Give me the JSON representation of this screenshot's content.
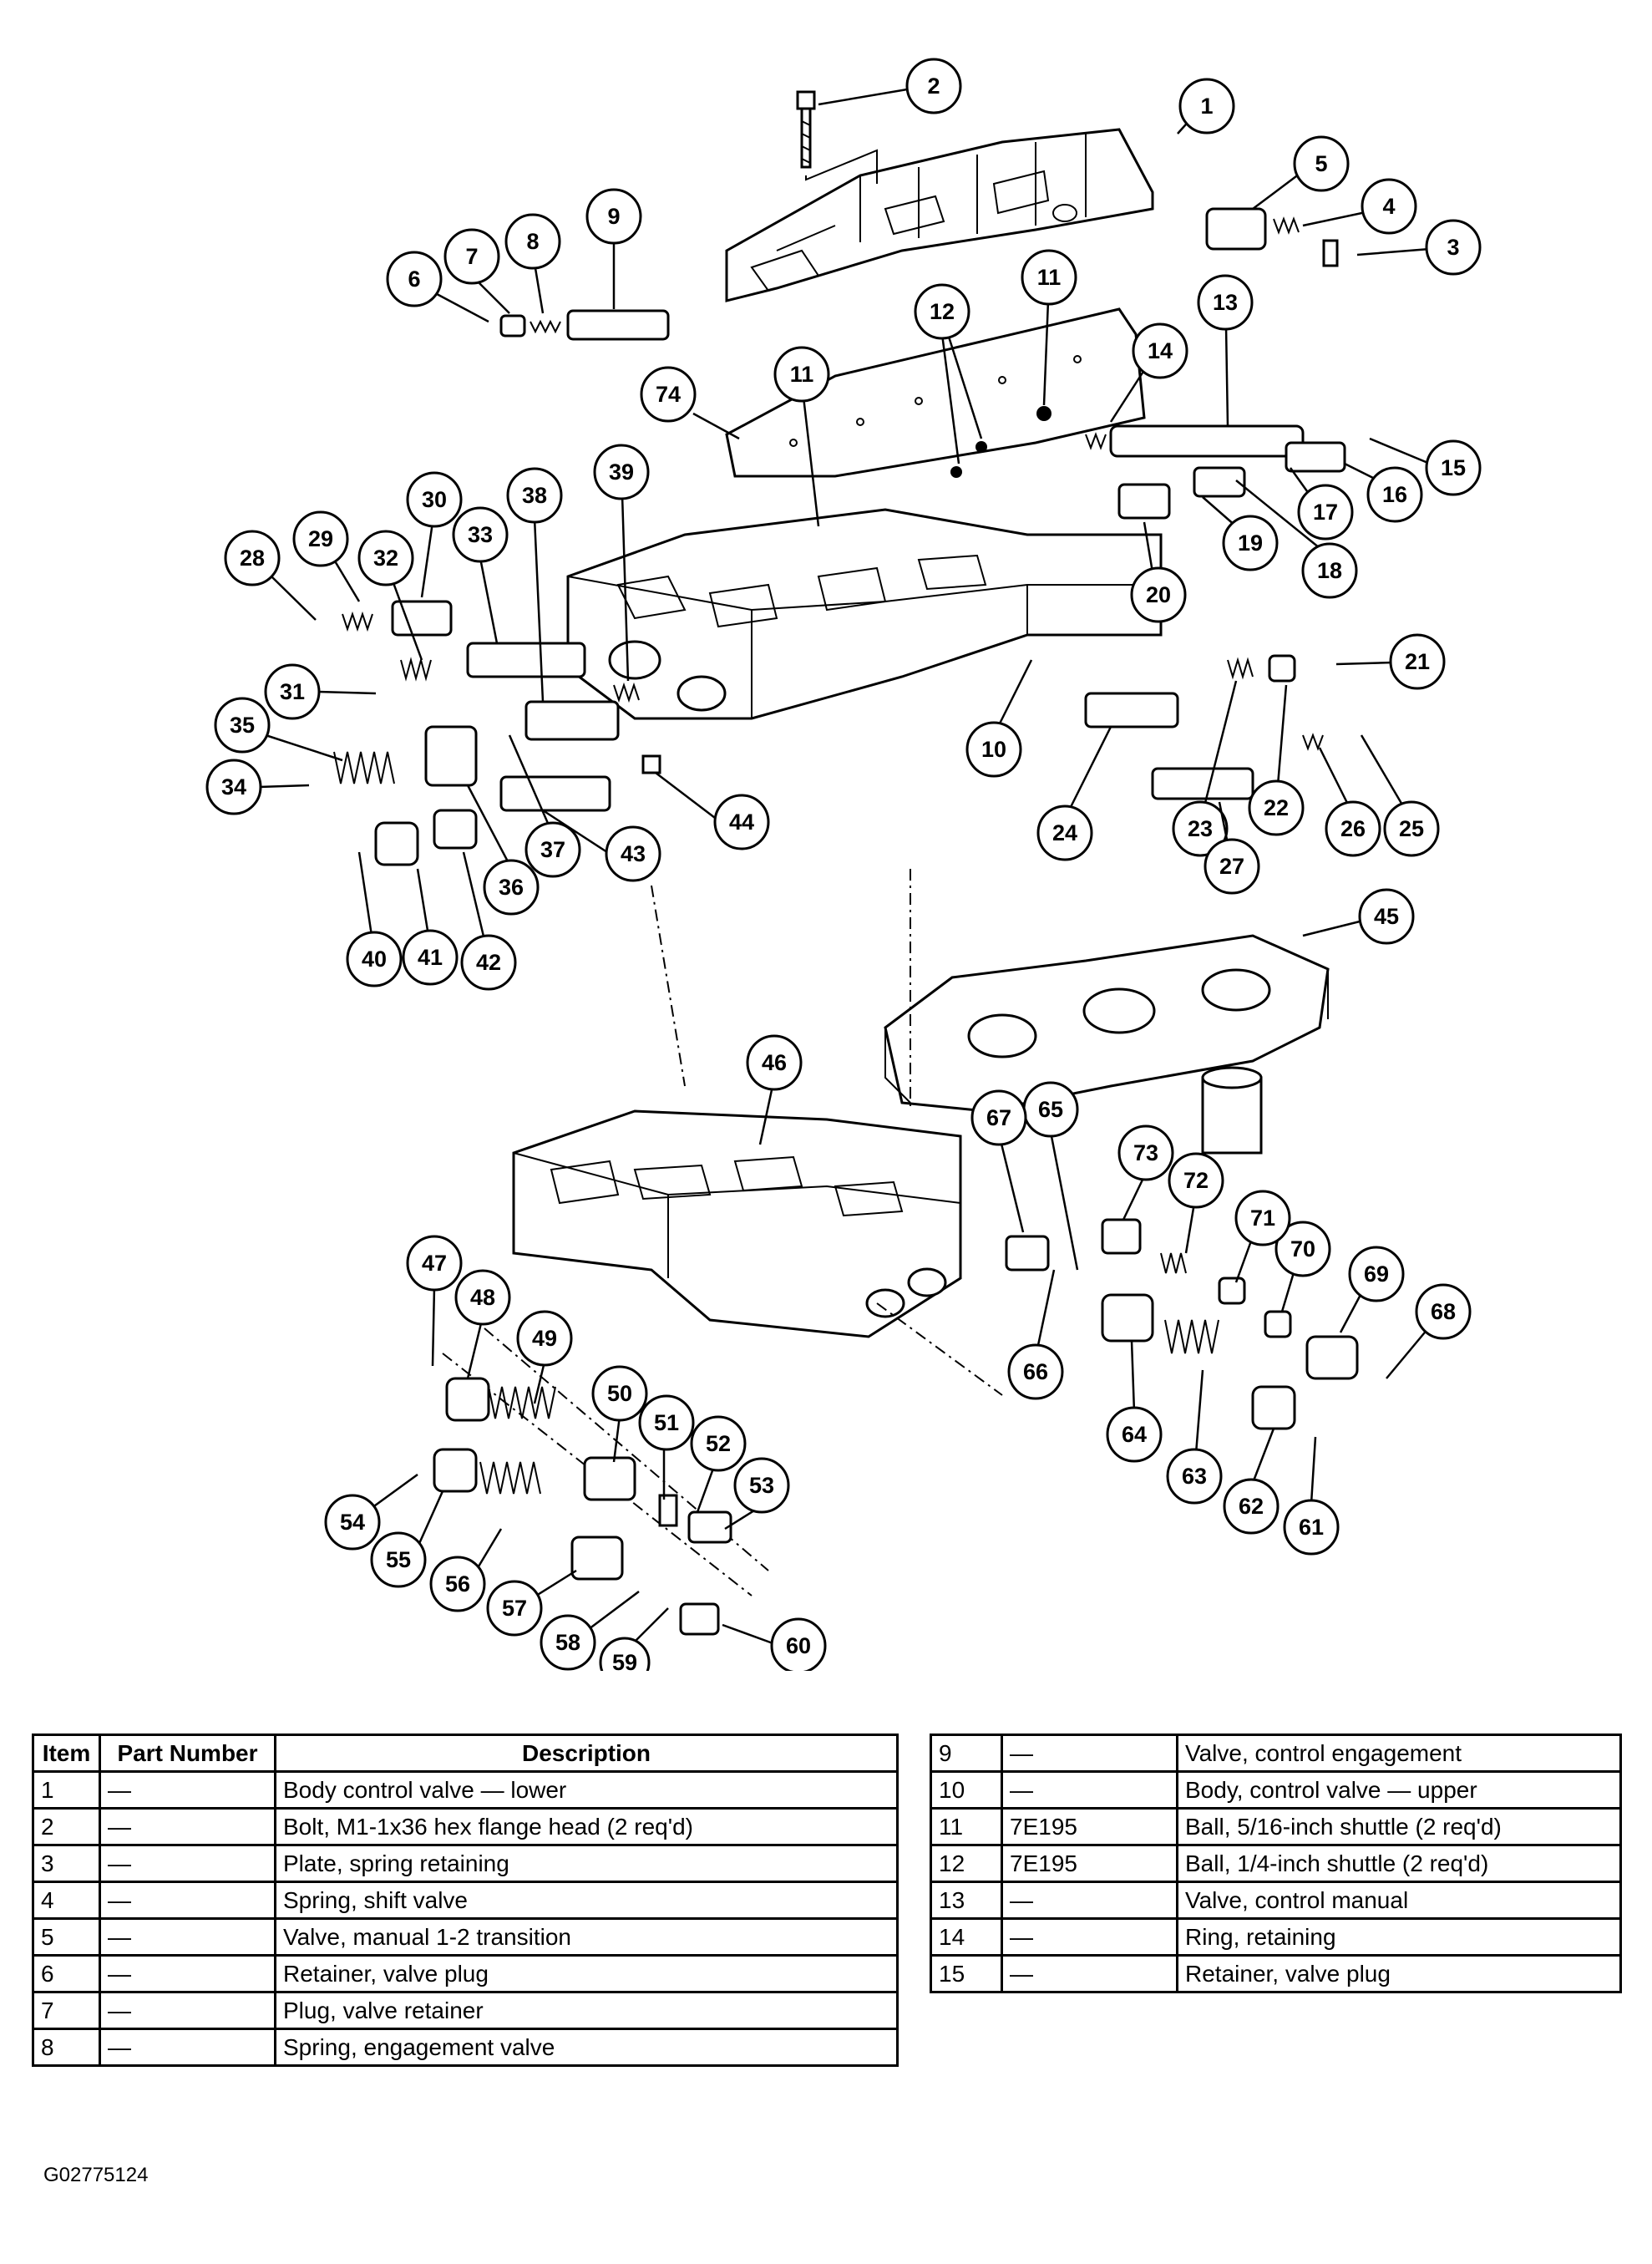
{
  "legend": {
    "headers": {
      "item": "Item",
      "part_number": "Part Number",
      "description": "Description"
    },
    "left_rows": [
      {
        "item": "1",
        "part_number": "—",
        "description": "Body control valve — lower"
      },
      {
        "item": "2",
        "part_number": "—",
        "description": "Bolt, M1-1x36 hex flange head (2 req'd)"
      },
      {
        "item": "3",
        "part_number": "—",
        "description": "Plate, spring retaining"
      },
      {
        "item": "4",
        "part_number": "—",
        "description": "Spring, shift valve"
      },
      {
        "item": "5",
        "part_number": "—",
        "description": "Valve, manual 1-2 transition"
      },
      {
        "item": "6",
        "part_number": "—",
        "description": "Retainer, valve plug"
      },
      {
        "item": "7",
        "part_number": "—",
        "description": "Plug, valve retainer"
      },
      {
        "item": "8",
        "part_number": "—",
        "description": "Spring, engagement valve"
      }
    ],
    "right_rows": [
      {
        "item": "9",
        "part_number": "—",
        "description": "Valve, control engagement"
      },
      {
        "item": "10",
        "part_number": "—",
        "description": "Body, control valve — upper"
      },
      {
        "item": "11",
        "part_number": "7E195",
        "description": "Ball, 5/16-inch shuttle (2 req'd)"
      },
      {
        "item": "12",
        "part_number": "7E195",
        "description": "Ball, 1/4-inch shuttle (2 req'd)"
      },
      {
        "item": "13",
        "part_number": "—",
        "description": "Valve, control manual"
      },
      {
        "item": "14",
        "part_number": "—",
        "description": "Ring, retaining"
      },
      {
        "item": "15",
        "part_number": "—",
        "description": "Retainer, valve plug"
      }
    ]
  },
  "figure_code": "G02775124",
  "callouts": [
    "1",
    "2",
    "3",
    "4",
    "5",
    "6",
    "7",
    "8",
    "9",
    "10",
    "11",
    "11",
    "12",
    "13",
    "14",
    "15",
    "16",
    "17",
    "18",
    "19",
    "20",
    "21",
    "22",
    "23",
    "24",
    "25",
    "26",
    "27",
    "28",
    "29",
    "30",
    "31",
    "32",
    "33",
    "34",
    "35",
    "36",
    "37",
    "38",
    "39",
    "40",
    "41",
    "42",
    "43",
    "44",
    "45",
    "46",
    "47",
    "48",
    "49",
    "50",
    "51",
    "52",
    "53",
    "54",
    "55",
    "56",
    "57",
    "58",
    "59",
    "60",
    "61",
    "62",
    "63",
    "64",
    "65",
    "66",
    "67",
    "68",
    "69",
    "70",
    "71",
    "72",
    "73",
    "74"
  ]
}
